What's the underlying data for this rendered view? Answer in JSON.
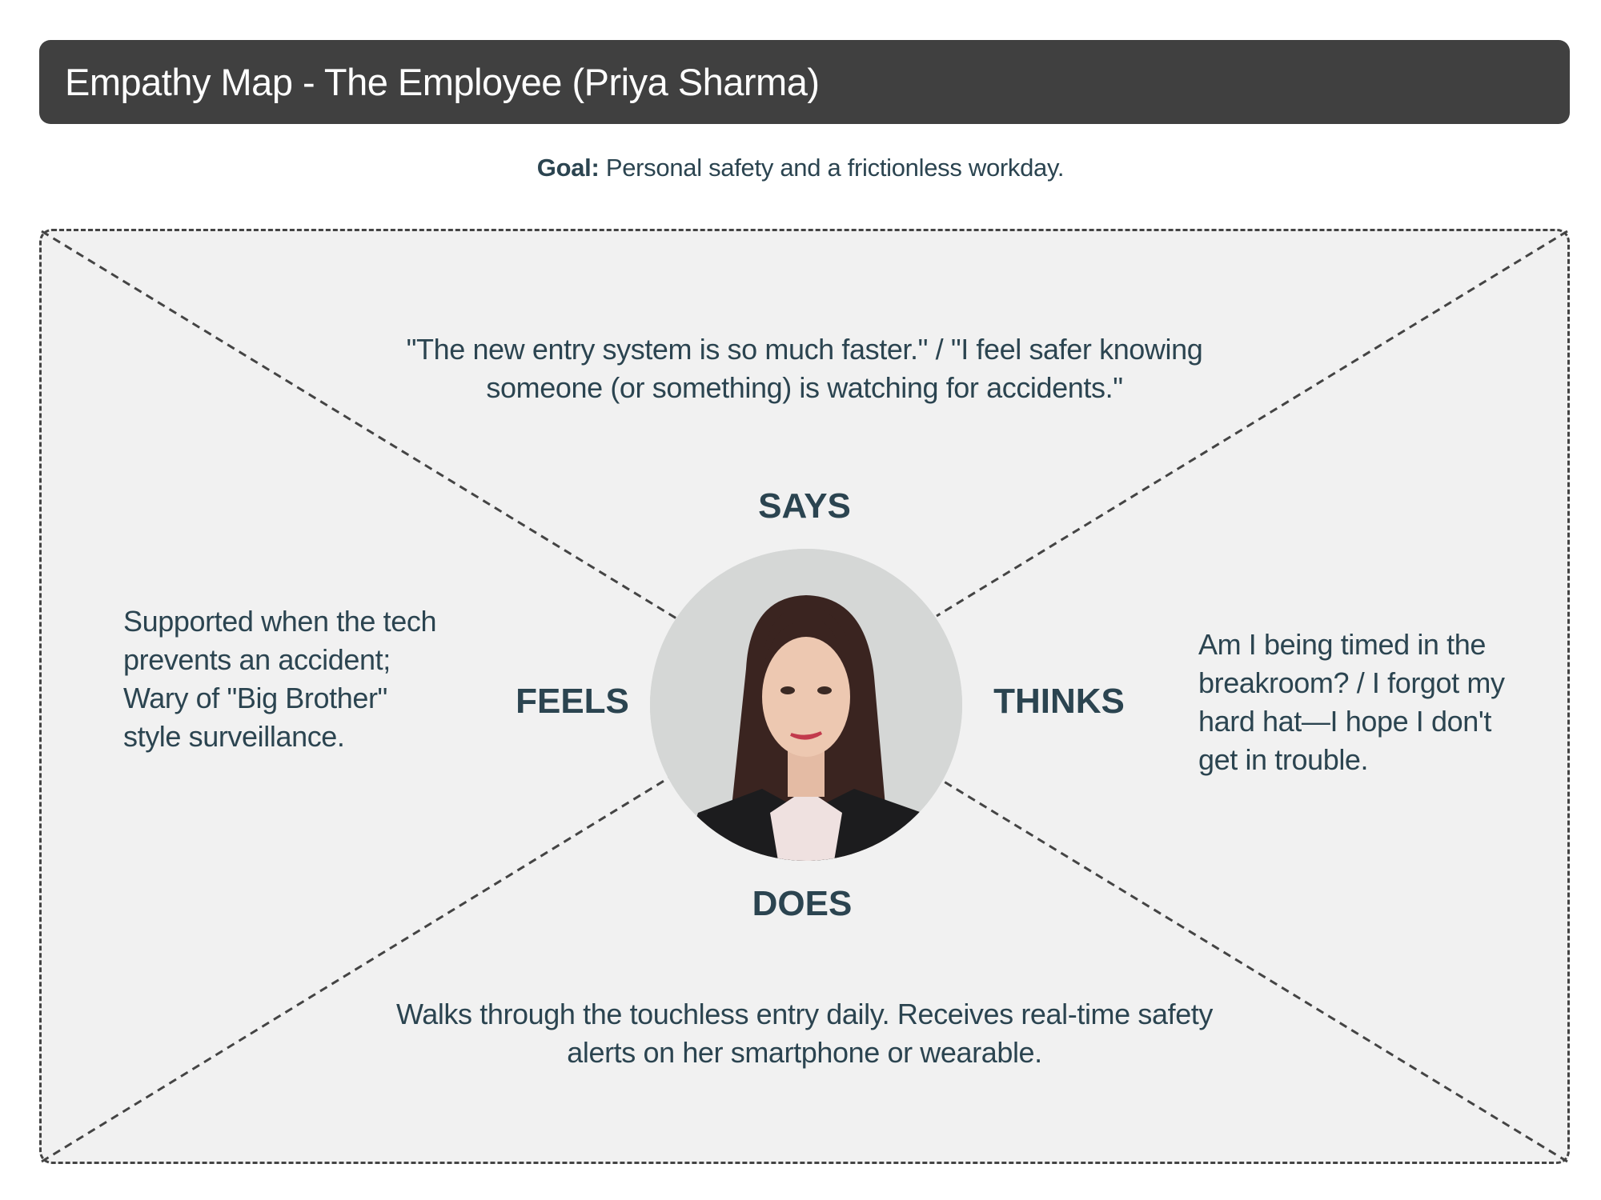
{
  "header": {
    "title": "Empathy Map - The Employee (Priya Sharma)"
  },
  "goal": {
    "label": "Goal:",
    "text": "Personal safety and a frictionless workday."
  },
  "quadrants": {
    "says": {
      "label": "SAYS",
      "text": "\"The new entry system is so much faster.\" / \"I feel safer knowing someone (or something) is watching for accidents.\""
    },
    "feels": {
      "label": "FEELS",
      "text": "Supported when the tech prevents an accident; Wary of \"Big Brother\" style surveillance."
    },
    "thinks": {
      "label": "THINKS",
      "text": "Am I being timed in the breakroom? / I forgot my hard hat—I hope I don't get in trouble."
    },
    "does": {
      "label": "DOES",
      "text": "Walks through the touchless entry daily. Receives real-time safety alerts on her smartphone or wearable."
    }
  },
  "colors": {
    "header_bg": "#404040",
    "text": "#2b4450",
    "map_bg": "#f1f1f1",
    "dash": "#444444"
  }
}
